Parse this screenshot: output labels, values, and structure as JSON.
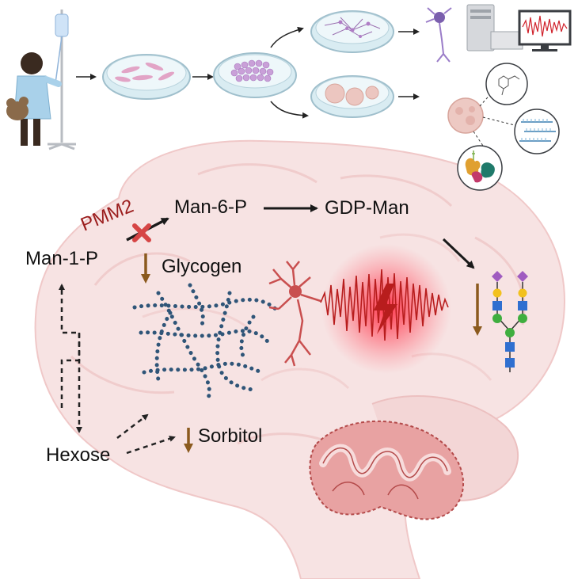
{
  "colors": {
    "brain": "#f6dede",
    "brain_outline": "#eebcbc",
    "enzyme": "#9b1d1d",
    "block": "#d64545",
    "decrease_arrow": "#8b5a1e",
    "glycogen": "#2f5578",
    "neuron": "#c94f4f",
    "signal": "#b81d1d",
    "glow": "#ff3b4f",
    "mito": "#d97f7f",
    "dish": "#cfe6ee",
    "dish_rim": "#9fbfcc",
    "cell": "#c9a0d8",
    "organoid": "#ecc6c0"
  },
  "labels": {
    "man1p": "Man-1-P",
    "man6p": "Man-6-P",
    "gdpman": "GDP-Man",
    "pmm2": "PMM2",
    "glycogen": "Glycogen",
    "hexose": "Hexose",
    "sorbitol": "Sorbitol"
  },
  "icons": {
    "patient": "patient-with-iv-icon",
    "dish": "petri-dish-icon",
    "neuron": "neuron-icon",
    "computer": "computer-recording-icon",
    "organoid": "organoid-icon",
    "molecule": "molecule-icon",
    "sequencing": "sequencing-icon",
    "proteins": "proteins-icon",
    "glycan": "glycan-icon",
    "mitochondrion": "mitochondrion-icon",
    "lightning": "lightning-icon"
  }
}
